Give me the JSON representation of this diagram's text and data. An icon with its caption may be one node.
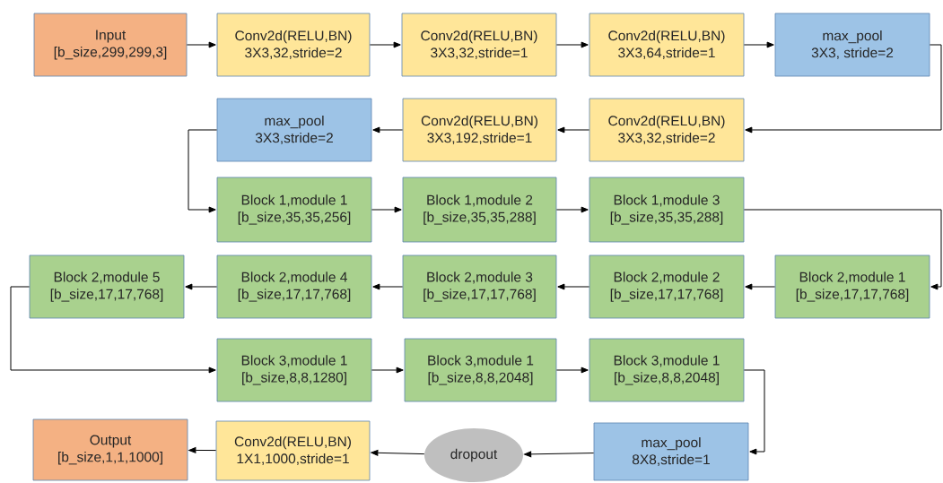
{
  "diagram": {
    "nodes": [
      {
        "text": [
          "Input",
          "[b_size,299,299,3]"
        ]
      },
      {
        "text": [
          "Conv2d(RELU,BN)",
          "3X3,32,stride=2"
        ]
      },
      {
        "text": [
          "Conv2d(RELU,BN)",
          "3X3,32,stride=1"
        ]
      },
      {
        "text": [
          "Conv2d(RELU,BN)",
          "3X3,64,stride=1"
        ]
      },
      {
        "text": [
          "max_pool",
          "3X3, stride=2"
        ]
      },
      {
        "text": [
          "max_pool",
          "3X3,stride=2"
        ]
      },
      {
        "text": [
          "Conv2d(RELU,BN)",
          "3X3,192,stride=1"
        ]
      },
      {
        "text": [
          "Conv2d(RELU,BN)",
          "3X3,32,stride=2"
        ]
      },
      {
        "text": [
          "Block 1,module 1",
          "[b_size,35,35,256]"
        ]
      },
      {
        "text": [
          "Block 1,module 2",
          "[b_size,35,35,288]"
        ]
      },
      {
        "text": [
          "Block 1,module 3",
          "[b_size,35,35,288]"
        ]
      },
      {
        "text": [
          "Block 2,module 5",
          "[b_size,17,17,768]"
        ]
      },
      {
        "text": [
          "Block 2,module 4",
          "[b_size,17,17,768]"
        ]
      },
      {
        "text": [
          "Block 2,module 3",
          "[b_size,17,17,768]"
        ]
      },
      {
        "text": [
          "Block 2,module 2",
          "[b_size,17,17,768]"
        ]
      },
      {
        "text": [
          "Block 2,module 1",
          "[b_size,17,17,768]"
        ]
      },
      {
        "text": [
          "Block 3,module 1",
          "[b_size,8,8,1280]"
        ]
      },
      {
        "text": [
          "Block 3,module 1",
          "[b_size,8,8,2048]"
        ]
      },
      {
        "text": [
          "Block 3,module 1",
          "[b_size,8,8,2048]"
        ]
      },
      {
        "text": [
          "Output",
          "[b_size,1,1,1000]"
        ]
      },
      {
        "text": [
          "Conv2d(RELU,BN)",
          "1X1,1000,stride=1"
        ]
      },
      {
        "text": [
          "dropout"
        ]
      },
      {
        "text": [
          "max_pool",
          "8X8,stride=1"
        ]
      }
    ],
    "edges": [
      {
        "from": 0,
        "to": 1,
        "arrow": "to"
      },
      {
        "from": 1,
        "to": 2,
        "arrow": "to"
      },
      {
        "from": 2,
        "to": 3,
        "arrow": "to"
      },
      {
        "from": 3,
        "to": 4,
        "arrow": "to"
      },
      {
        "from": 4,
        "to": 7,
        "arrow": "to"
      },
      {
        "from": 7,
        "to": 6,
        "arrow": "to"
      },
      {
        "from": 6,
        "to": 5,
        "arrow": "to"
      },
      {
        "from": 5,
        "to": 8,
        "arrow": "to"
      },
      {
        "from": 8,
        "to": 9,
        "arrow": "to"
      },
      {
        "from": 9,
        "to": 10,
        "arrow": "to"
      },
      {
        "from": 10,
        "to": 15,
        "arrow": "to"
      },
      {
        "from": 15,
        "to": 14,
        "arrow": "to"
      },
      {
        "from": 14,
        "to": 13,
        "arrow": "to"
      },
      {
        "from": 13,
        "to": 12,
        "arrow": "to"
      },
      {
        "from": 12,
        "to": 11,
        "arrow": "to"
      },
      {
        "from": 11,
        "to": 16,
        "arrow": "to"
      },
      {
        "from": 16,
        "to": 17,
        "arrow": "to"
      },
      {
        "from": 17,
        "to": 18,
        "arrow": "to"
      },
      {
        "from": 18,
        "to": 22,
        "arrow": "to"
      },
      {
        "from": 22,
        "to": 21,
        "arrow": "to"
      },
      {
        "from": 21,
        "to": 20,
        "arrow": "to"
      },
      {
        "from": 20,
        "to": 19,
        "arrow": "to"
      }
    ]
  }
}
